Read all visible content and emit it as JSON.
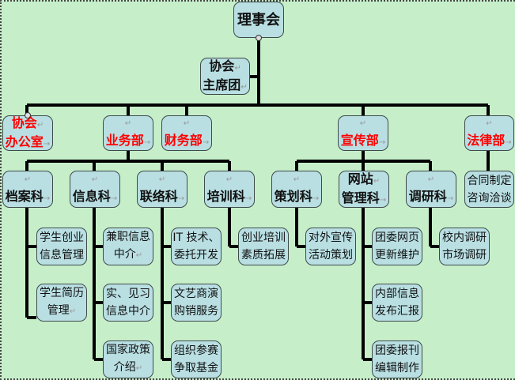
{
  "title": "理事会",
  "presidium": [
    "协会",
    "主席团"
  ],
  "colors": {
    "background": "#c6efc9",
    "box": "#b9dfe3",
    "department_text": "#ff0000",
    "line": "#000000"
  },
  "departments": [
    {
      "id": "office",
      "lines": [
        "协会",
        "办公室"
      ]
    },
    {
      "id": "business",
      "lines": [
        "",
        "业务部"
      ]
    },
    {
      "id": "finance",
      "lines": [
        "",
        "财务部"
      ]
    },
    {
      "id": "publicity",
      "lines": [
        "",
        "宣传部"
      ]
    },
    {
      "id": "legal",
      "lines": [
        "",
        "法律部"
      ]
    }
  ],
  "sections": [
    {
      "id": "archives",
      "lines": [
        "",
        "档案科"
      ],
      "tasks": [
        [
          "学生创业",
          "信息管理"
        ],
        [
          "学生简历",
          "管理"
        ]
      ]
    },
    {
      "id": "info",
      "lines": [
        "",
        "信息科"
      ],
      "tasks": [
        [
          "兼职信息",
          "中介"
        ],
        [
          "实、见习",
          "信息中介"
        ],
        [
          "国家政策",
          "介绍"
        ]
      ]
    },
    {
      "id": "liaison",
      "lines": [
        "",
        "联络科"
      ],
      "tasks": [
        [
          "IT 技术、",
          "委托开发"
        ],
        [
          "文艺商演",
          "购销服务"
        ],
        [
          "组织参赛",
          "争取基金"
        ]
      ]
    },
    {
      "id": "training",
      "lines": [
        "",
        "培训科"
      ],
      "tasks": [
        [
          "创业培训",
          "素质拓展"
        ]
      ]
    },
    {
      "id": "planning",
      "lines": [
        "",
        "策划科"
      ],
      "tasks": [
        [
          "对外宣传",
          "活动策划"
        ]
      ]
    },
    {
      "id": "website",
      "lines": [
        "网站",
        "管理科"
      ],
      "tasks": [
        [
          "团委网页",
          "更新维护"
        ],
        [
          "内部信息",
          "发布汇报"
        ],
        [
          "团委报刊",
          "编辑制作"
        ]
      ]
    },
    {
      "id": "research",
      "lines": [
        "",
        "调研科"
      ],
      "tasks": [
        [
          "校内调研",
          "市场调研"
        ]
      ]
    }
  ],
  "legal_task": [
    "合同制定",
    "咨询洽谈"
  ]
}
